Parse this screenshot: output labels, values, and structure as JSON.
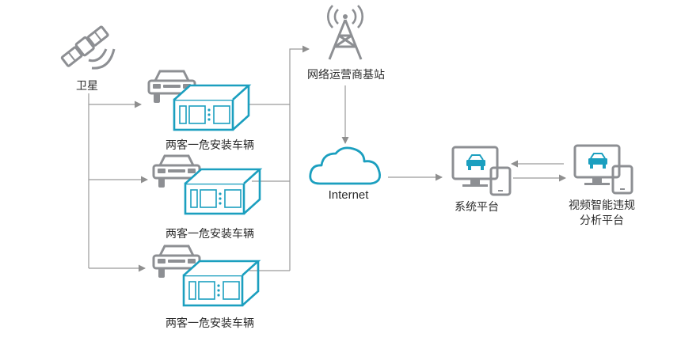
{
  "nodes": {
    "satellite": {
      "label": "卫星",
      "icon": "satellite-icon"
    },
    "vehicle_1": {
      "label": "两客一危安装车辆",
      "icons": [
        "car-icon",
        "dvr-device-icon"
      ]
    },
    "vehicle_2": {
      "label": "两客一危安装车辆",
      "icons": [
        "car-icon",
        "dvr-device-icon"
      ]
    },
    "vehicle_3": {
      "label": "两客一危安装车辆",
      "icons": [
        "car-icon",
        "dvr-device-icon"
      ]
    },
    "base_station": {
      "label": "网络运营商基站",
      "icon": "cell-tower-icon"
    },
    "internet": {
      "label": "Internet",
      "icon": "cloud-icon"
    },
    "system_platform": {
      "label": "系统平台",
      "icons": [
        "monitor-icon",
        "tablet-icon"
      ]
    },
    "analysis_platform": {
      "label_line1": "视频智能违规",
      "label_line2": "分析平台",
      "icons": [
        "monitor-icon",
        "tablet-icon"
      ]
    }
  },
  "colors": {
    "accent_teal": "#1b9fbf",
    "icon_grey": "#8d8f93",
    "connector_grey": "#9a9a9a",
    "text": "#2b2b2b"
  }
}
